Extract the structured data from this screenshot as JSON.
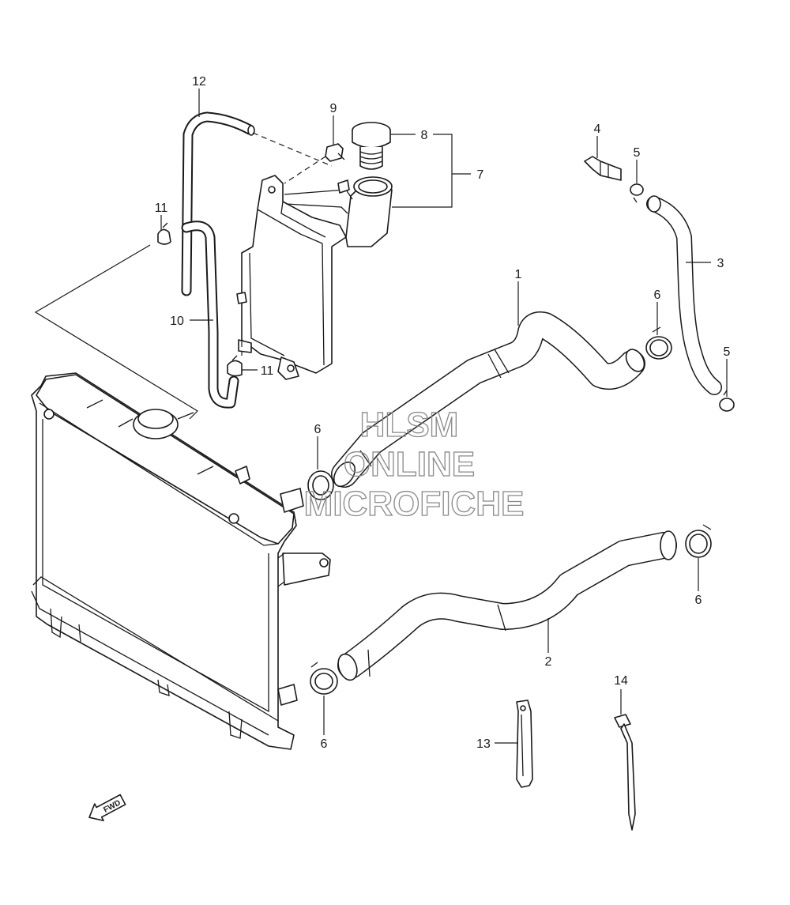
{
  "callouts": [
    {
      "id": "1",
      "text": "1"
    },
    {
      "id": "2",
      "text": "2"
    },
    {
      "id": "3",
      "text": "3"
    },
    {
      "id": "4",
      "text": "4"
    },
    {
      "id": "5a",
      "text": "5"
    },
    {
      "id": "5b",
      "text": "5"
    },
    {
      "id": "6a",
      "text": "6"
    },
    {
      "id": "6b",
      "text": "6"
    },
    {
      "id": "6c",
      "text": "6"
    },
    {
      "id": "6d",
      "text": "6"
    },
    {
      "id": "7",
      "text": "7"
    },
    {
      "id": "8",
      "text": "8"
    },
    {
      "id": "9",
      "text": "9"
    },
    {
      "id": "10",
      "text": "10"
    },
    {
      "id": "11a",
      "text": "11"
    },
    {
      "id": "11b",
      "text": "11"
    },
    {
      "id": "12",
      "text": "12"
    },
    {
      "id": "13",
      "text": "13"
    },
    {
      "id": "14",
      "text": "14"
    }
  ],
  "watermark": {
    "line1": "HLSM",
    "line2": "ONLINE",
    "line3": "MICROFICHE"
  },
  "fwd_arrow": {
    "text": "FWD"
  }
}
